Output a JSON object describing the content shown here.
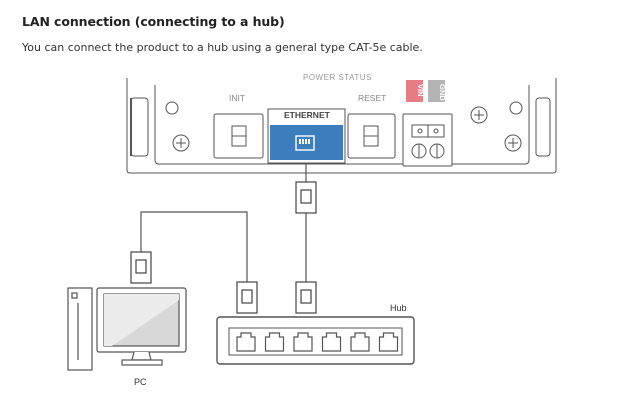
{
  "heading": "LAN connection (connecting to a hub)",
  "description": "You can connect the product to a hub using a general type CAT-5e cable.",
  "panel": {
    "status_top": "POWER   STATUS",
    "init": "INIT",
    "reset": "RESET",
    "ethernet": "ETHERNET",
    "vin": "VIN",
    "gnd": "GND"
  },
  "hub_label": "Hub",
  "pc_label": "PC",
  "colors": {
    "ethernet_port": "#3b7dbd",
    "vin": "#e77b86",
    "gnd": "#b4b4b4",
    "line": "#555555"
  }
}
